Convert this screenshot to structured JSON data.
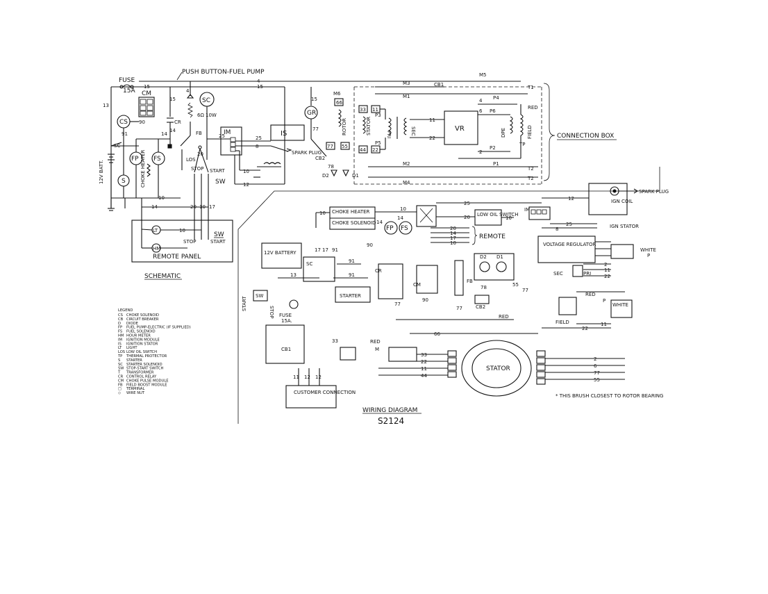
{
  "schematic": {
    "push_button_label": "PUSH BUTTON-FUEL PUMP",
    "fuse": "FUSE",
    "fuse_rating": "15A",
    "cm": "CM",
    "cs": "CS",
    "sc": "SC",
    "batt": "12V BATT.",
    "fp": "FP",
    "fs": "FS",
    "choke_heater": "CHOKE HEATER",
    "s": "S",
    "cr": "CR",
    "fb": "FB",
    "resistor": "6Ω 10W",
    "los": "LOS",
    "stop": "STOP",
    "start": "START",
    "sw": "SW",
    "im": "IM",
    "is": "IS",
    "spark_plug": "SPARK PLUG",
    "gr": "GR",
    "cb2": "CB2",
    "d1": "D1",
    "d2": "D2",
    "rotor": "ROTOR",
    "stator": "STATOR",
    "pri": "PRI",
    "sec": "SEC",
    "vr": "VR",
    "dpe": "DPE",
    "field": "FIELD",
    "tp": "TP",
    "cb1": "CB1",
    "red": "RED",
    "t1": "T1",
    "t2": "T2",
    "connection_box": "CONNECTION BOX",
    "m1": "M1",
    "m2": "M2",
    "m3": "M3",
    "m4": "M4",
    "m5": "M5",
    "m6": "M6",
    "p1": "P1",
    "p2": "P2",
    "p3": "P3",
    "p4": "P4",
    "p5": "P5",
    "p6": "P6",
    "remote_panel": "REMOTE PANEL",
    "lt": "LT",
    "hm": "HM",
    "title": "SCHEMATIC"
  },
  "wiring": {
    "choke_heater": "CHOKE HEATER",
    "choke_solenoid": "CHOKE SOLENOID",
    "low_oil_switch": "LOW OIL SWITCH",
    "remote": "REMOTE",
    "ign_coil": "IGN COIL",
    "spark_plug": "SPARK PLUG",
    "ign_stator": "IGN STATOR",
    "im": "IM",
    "battery": "12V BATTERY",
    "sc": "SC",
    "starter": "STARTER",
    "cr": "CR",
    "cm": "CM",
    "fb": "FB",
    "d1": "D1",
    "d2": "D2",
    "cb1": "CB1",
    "cb2": "CB2",
    "voltage_regulator": "VOLTAGE REGULATOR",
    "white": "WHITE",
    "p": "P",
    "sec": "SEC",
    "pri": "PRI",
    "red": "RED",
    "field": "FIELD",
    "stator": "STATOR",
    "customer_connection": "CUSTOMER CONNECTION",
    "fuse": "FUSE",
    "fuse_rating": "15A.",
    "start": "START",
    "stop": "STOP",
    "sw": "SW",
    "m": "M",
    "brush_note": "* THIS BRUSH CLOSEST TO ROTOR BEARING",
    "title": "WIRING DIAGRAM",
    "drawing_number": "S2124"
  },
  "legend": {
    "title": "LEGEND",
    "items": [
      {
        "code": "CS",
        "desc": "CHOKE SOLENOID"
      },
      {
        "code": "CB",
        "desc": "CIRCUIT BREAKER"
      },
      {
        "code": "D",
        "desc": "DIODE"
      },
      {
        "code": "FP",
        "desc": "FUEL PUMP-ELECTRIC (IF SUPPLIED)"
      },
      {
        "code": "FS",
        "desc": "FUEL SOLENOID"
      },
      {
        "code": "HM",
        "desc": "HOUR METER"
      },
      {
        "code": "IM",
        "desc": "IGNITION MODULE"
      },
      {
        "code": "IS",
        "desc": "IGNITION STATOR"
      },
      {
        "code": "LT",
        "desc": "LIGHT"
      },
      {
        "code": "LOS",
        "desc": "LOW OIL SWITCH"
      },
      {
        "code": "TP",
        "desc": "THERMAL PROTECTOR"
      },
      {
        "code": "S",
        "desc": "STARTER"
      },
      {
        "code": "SC",
        "desc": "STARTER SOLENOID"
      },
      {
        "code": "SW",
        "desc": "STOP-START SWITCH"
      },
      {
        "code": "T",
        "desc": "TRANSFORMER"
      },
      {
        "code": "CR",
        "desc": "CONTROL RELAY"
      },
      {
        "code": "CM",
        "desc": "CHOKE PULSE MODULE"
      },
      {
        "code": "FB",
        "desc": "FIELD BOOST MODULE"
      },
      {
        "code": "□",
        "desc": "TERMINAL"
      },
      {
        "code": "◇",
        "desc": "WIRE NUT"
      }
    ]
  },
  "wire_numbers": {
    "w2": "2",
    "w4": "4",
    "w6": "6",
    "w8": "8",
    "w10": "10",
    "w11": "11",
    "w12": "12",
    "w13": "13",
    "w14": "14",
    "w15": "15",
    "w17": "17",
    "w20": "20",
    "w22": "22",
    "w25": "25",
    "w33": "33",
    "w44": "44",
    "w55": "55",
    "w66": "66",
    "w77": "77",
    "w78": "78",
    "w90": "90",
    "w91": "91"
  }
}
